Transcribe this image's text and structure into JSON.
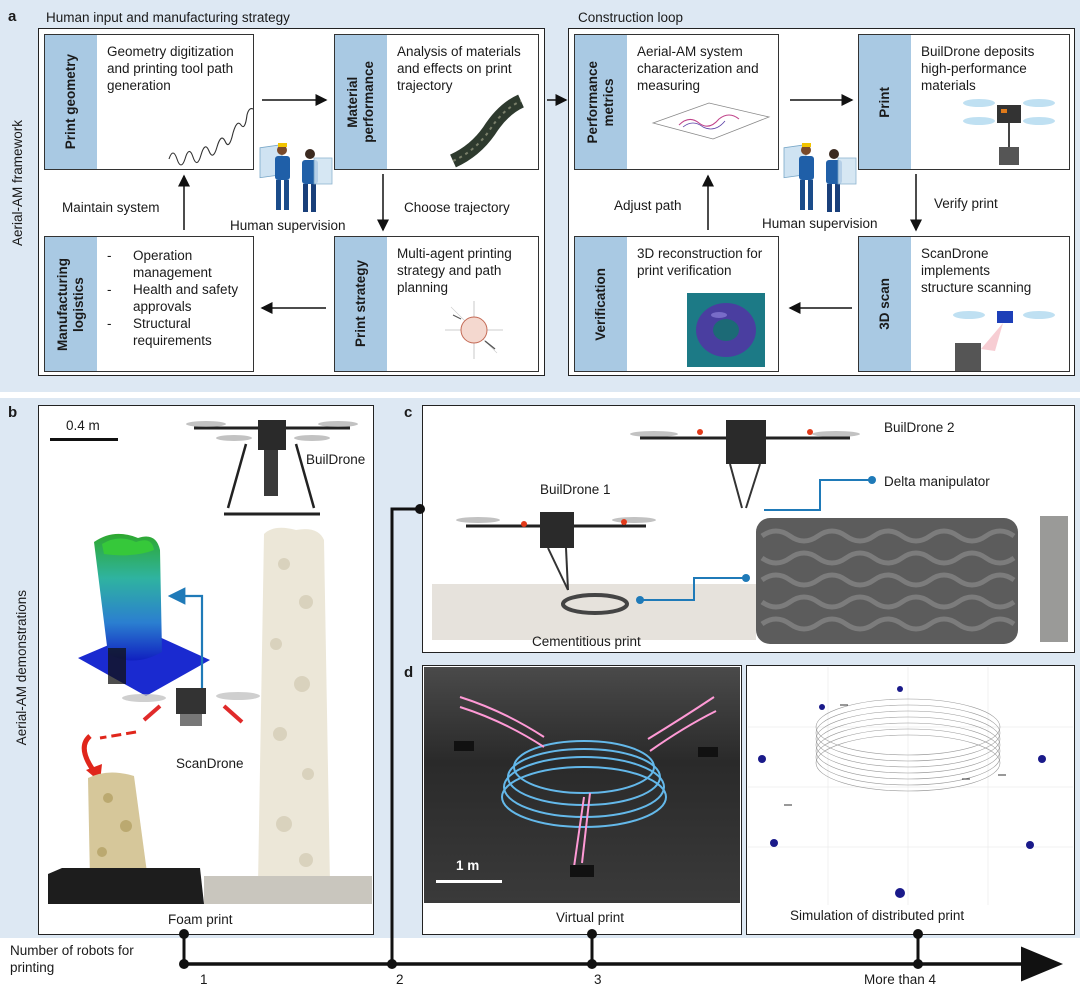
{
  "panel_a": {
    "letter": "a",
    "left_title": "Human input and manufacturing strategy",
    "right_title": "Construction loop",
    "side_label": "Aerial-AM framework",
    "boxes": {
      "print_geometry": {
        "tab": "Print geometry",
        "text": "Geometry digitization\nand printing tool path\ngeneration"
      },
      "material_performance": {
        "tab": "Material\nperformance",
        "text": "Analysis of materials\nand effects on print\ntrajectory"
      },
      "manufacturing_logistics": {
        "tab": "Manufacturing\nlogistics",
        "items": [
          "Operation management",
          "Health and safety approvals",
          "Structural requirements"
        ]
      },
      "print_strategy": {
        "tab": "Print strategy",
        "text": "Multi-agent printing\nstrategy and path\nplanning"
      },
      "performance_metrics": {
        "tab": "Performance\nmetrics",
        "text": "Aerial-AM system\ncharacterization and\nmeasuring"
      },
      "print": {
        "tab": "Print",
        "text": "BuilDrone deposits\nhigh-performance\nmaterials"
      },
      "verification": {
        "tab": "Verification",
        "text": "3D reconstruction for\nprint verification"
      },
      "scan": {
        "tab": "3D scan",
        "text": "ScanDrone\nimplements\nstructure scanning"
      }
    },
    "arrow_labels": {
      "maintain_system": "Maintain system",
      "human_supervision_left": "Human supervision",
      "choose_trajectory": "Choose trajectory",
      "adjust_path": "Adjust path",
      "human_supervision_right": "Human supervision",
      "verify_print": "Verify print"
    }
  },
  "panel_b": {
    "letter": "b",
    "side_label": "Aerial-AM demonstrations",
    "scale_bar": "0.4 m",
    "builddrone": "BuilDrone",
    "scandrone": "ScanDrone",
    "caption": "Foam print"
  },
  "panel_c": {
    "letter": "c",
    "builddrone1": "BuilDrone 1",
    "builddrone2": "BuilDrone 2",
    "delta": "Delta manipulator",
    "caption": "Cementitious print"
  },
  "panel_d": {
    "letter": "d",
    "scale_bar": "1 m",
    "virtual_caption": "Virtual print",
    "sim_caption": "Simulation of distributed print"
  },
  "timeline": {
    "axis_label": "Number of robots for\nprinting",
    "ticks": [
      "1",
      "2",
      "3",
      "More than 4"
    ]
  },
  "colors": {
    "panel_bg": "#dde8f3",
    "tab": "#a9c9e3",
    "accent_blue": "#1f7ab8",
    "arrow_red": "#e0261b"
  }
}
